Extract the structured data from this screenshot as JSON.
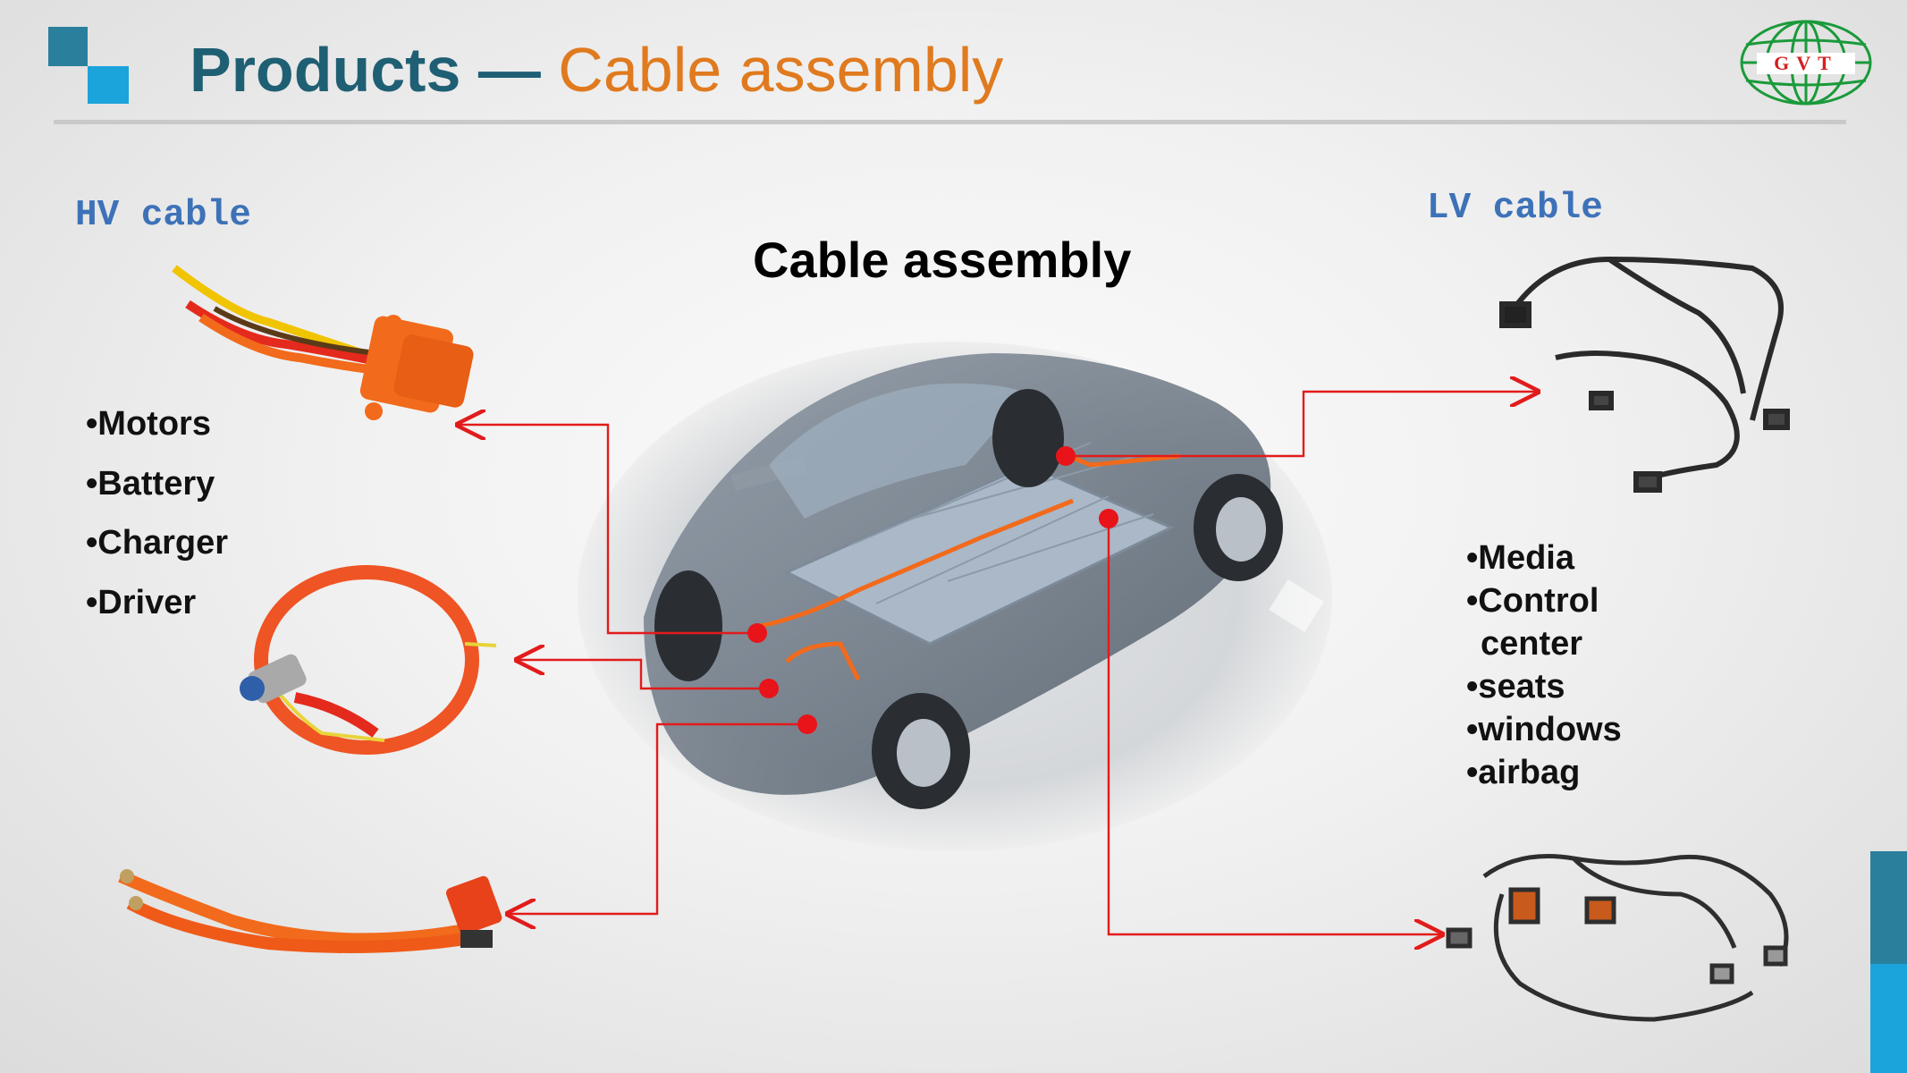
{
  "header": {
    "title_products": "Products",
    "title_dash": " — ",
    "title_sub": "Cable assembly",
    "logo_text": "GVT"
  },
  "center": {
    "title": "Cable assembly"
  },
  "hv": {
    "label": "HV cable",
    "items": [
      "•Motors",
      "•Battery",
      "•Charger",
      "•Driver"
    ]
  },
  "lv": {
    "label": "LV cable",
    "items": [
      "•Media",
      "•Control",
      "center",
      "•seats",
      "•windows",
      "•airbag"
    ]
  },
  "colors": {
    "title_teal": "#1f5f74",
    "title_orange": "#e07a1f",
    "label_blue": "#3d72b8",
    "arrow_red": "#e21b1b",
    "square_dark": "#2a7f9c",
    "square_light": "#1ba3dc",
    "logo_green": "#1a9a3a",
    "cable_orange": "#f26a1b"
  }
}
